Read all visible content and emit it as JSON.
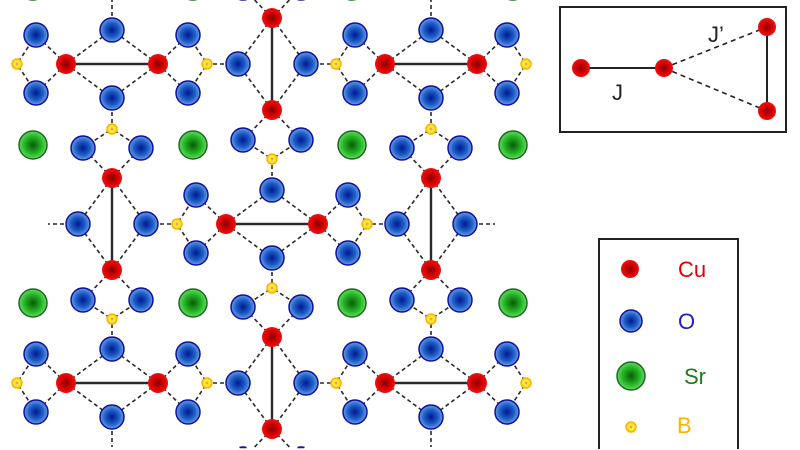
{
  "inset": {
    "j_label": "J",
    "j_prime_label": "J’"
  },
  "legend": {
    "items": [
      {
        "element": "Cu",
        "label": "Cu",
        "color": "#e00000"
      },
      {
        "element": "O",
        "label": "O",
        "color": "#2020c0"
      },
      {
        "element": "Sr",
        "label": "Sr",
        "color": "#1e7a1e"
      },
      {
        "element": "B",
        "label": "B",
        "color": "#ffb300"
      }
    ]
  },
  "colors": {
    "cu": "#e00000",
    "o": "#1f5fc8",
    "sr": "#22b422",
    "b": "#ffd400",
    "bond": "#222222"
  }
}
